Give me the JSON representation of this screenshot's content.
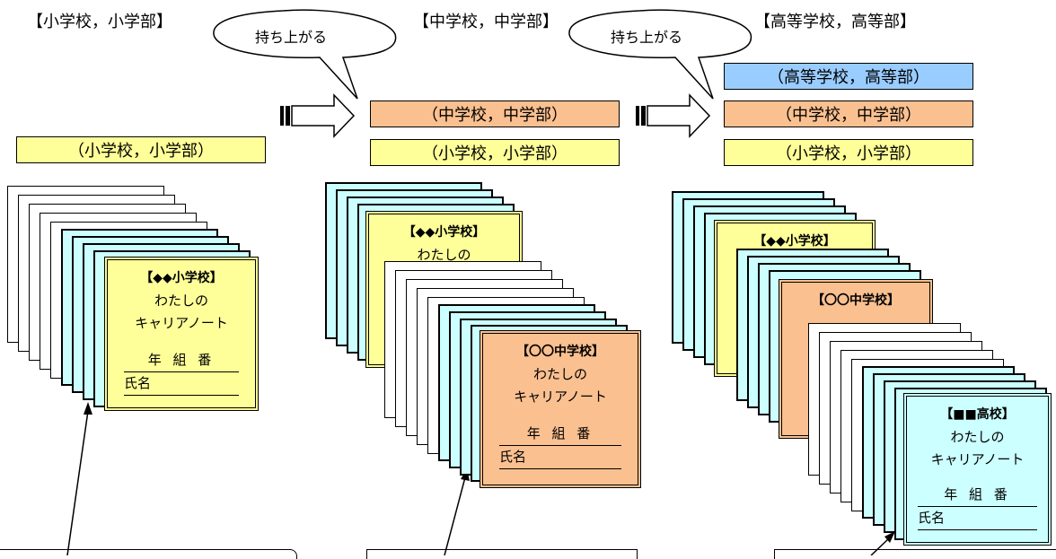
{
  "headings": {
    "elem": "【小学校，小学部】",
    "middle": "【中学校，中学部】",
    "high": "【高等学校，高等部】"
  },
  "bubbles": {
    "first": "持ち上がる",
    "second": "持ち上がる"
  },
  "levels": {
    "elem": "（小学校，小学部）",
    "middle": "（中学校，中学部）",
    "high": "（高等学校，高等部）"
  },
  "notes": {
    "elem": {
      "school": "【◆◆小学校】",
      "line1": "わたしの",
      "line2": "キャリアノート",
      "grade": "年 組 番",
      "name": "氏名"
    },
    "middle": {
      "school": "【〇〇中学校】",
      "line1": "わたしの",
      "line2": "キャリアノート",
      "grade": "年 組 番",
      "name": "氏名"
    },
    "high": {
      "school": "【■■高校】",
      "line1": "わたしの",
      "line2": "キャリアノート",
      "grade": "年 組 番",
      "name": "氏名"
    }
  },
  "partial_notes": {
    "elem_on_middle_school": "【◆◆小学校】",
    "elem_on_middle_line1": "わたしの",
    "elem_on_high_school": "【◆◆小学校】",
    "middle_on_high_school": "【〇〇中学校】"
  },
  "colors": {
    "elem": "#ffff99",
    "middle": "#fac090",
    "high": "#99ccff",
    "high_note": "#ccffff",
    "stack_cyan": "#ccffff"
  }
}
